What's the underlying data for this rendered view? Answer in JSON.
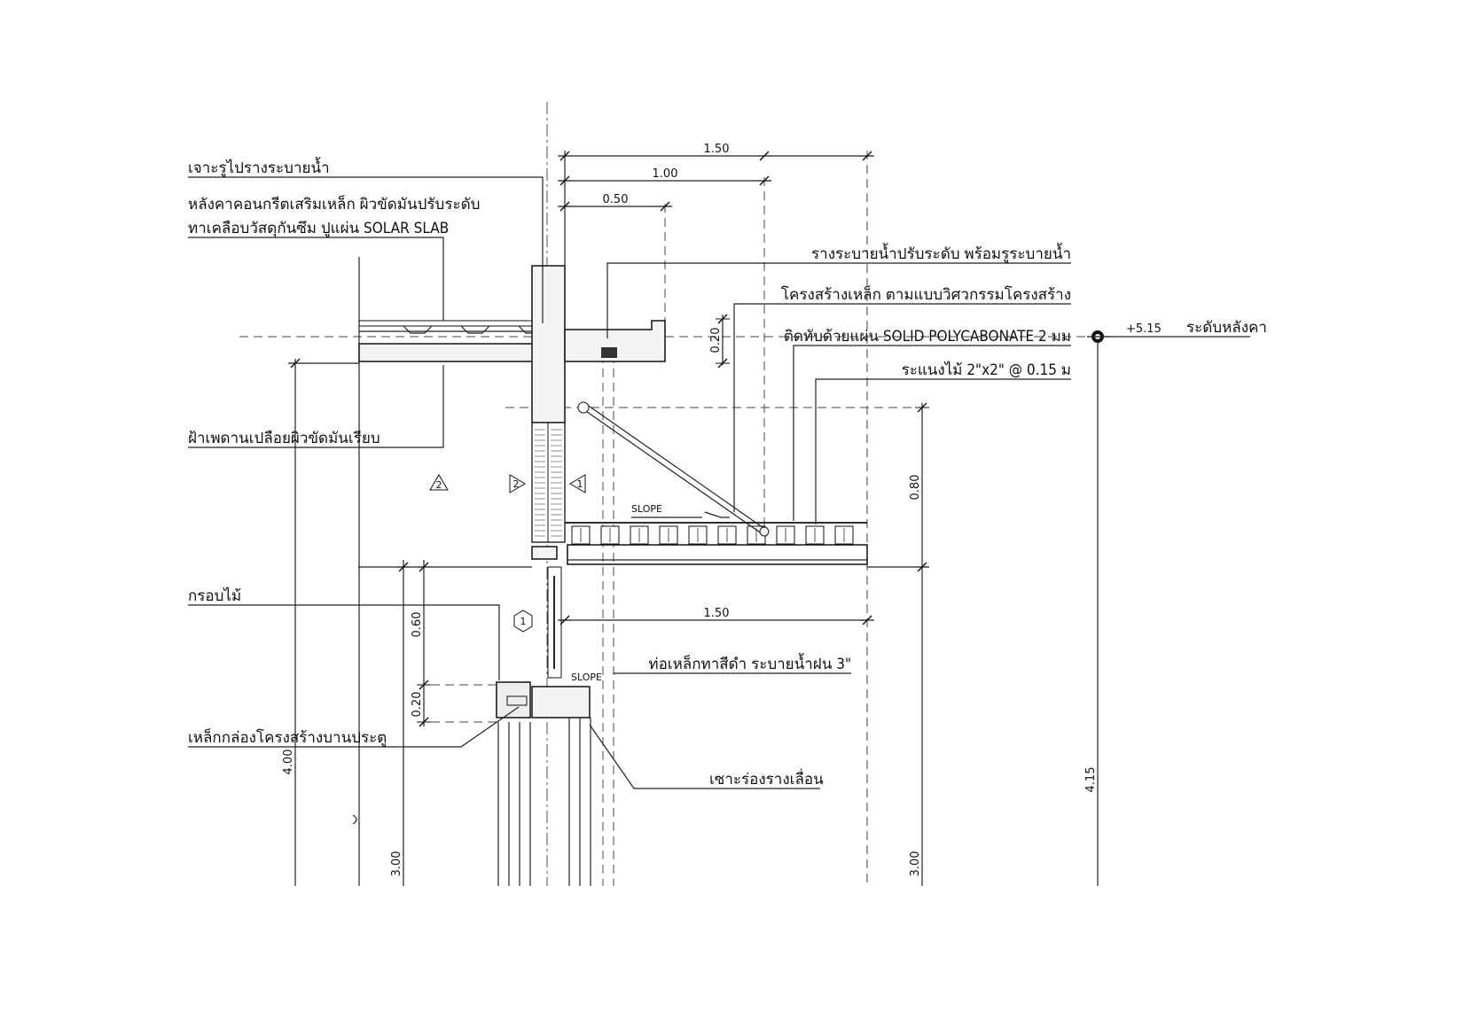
{
  "labels": {
    "drain_hole": "เจาะรูไปรางระบายน้ำ",
    "roof_slab_1": "หลังคาคอนกรีตเสริมเหล็ก ผิวขัดมันปรับระดับ",
    "roof_slab_2": "ทาเคลือบวัสดุกันซึม ปูแผ่น SOLAR SLAB",
    "ceiling": "ฝ้าเพดานเปลือยผิวขัดมันเรียบ",
    "wood_frame": "กรอบไม้",
    "steel_box": "เหล็กกล่องโครงสร้างบานประตู",
    "gutter": "รางระบายน้ำปรับระดับ พร้อมรูระบายน้ำ",
    "steel_structure": "โครงสร้างเหล็ก ตามแบบวิศวกรรมโครงสร้าง",
    "polycarbonate": "ติดทับด้วยแผ่น SOLID POLYCABONATE 2 มม",
    "wood_slats": "ระแนงไม้ 2\"x2\" @ 0.15 ม",
    "downpipe": "ท่อเหล็กทาสีดำ ระบายน้ำฝน 3\"",
    "sliding_groove": "เซาะร่องรางเลื่อน",
    "slope_1": "SLOPE",
    "slope_2": "SLOPE"
  },
  "level": {
    "value": "+5.15",
    "label": "ระดับหลังคา"
  },
  "dimensions": {
    "top_150": "1.50",
    "top_100": "1.00",
    "top_050": "0.50",
    "gutter_020": "0.20",
    "canopy_080": "0.80",
    "canopy_150": "1.50",
    "left_400": "4.00",
    "left_060": "0.60",
    "left_020": "0.20",
    "left_300": "3.00",
    "right_300": "3.00",
    "right_415": "4.15"
  },
  "markers": {
    "tri_2_left": "2",
    "tri_2": "2",
    "tri_1": "1",
    "hex_1": "1"
  }
}
